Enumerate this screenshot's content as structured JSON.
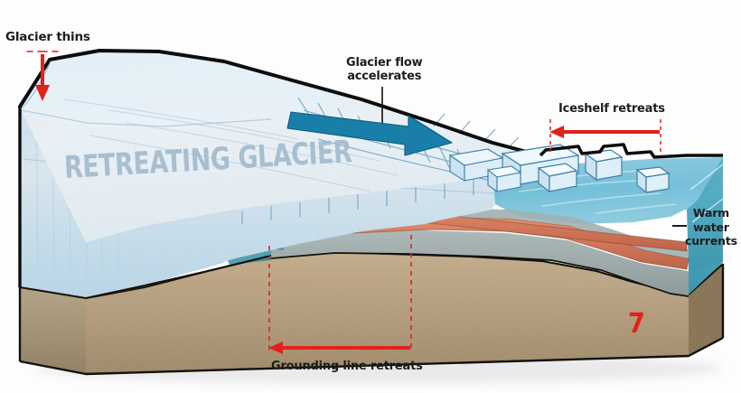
{
  "figure": {
    "number": "7",
    "main_title": "RETREATING GLACIER"
  },
  "annotations": {
    "glacier_thins": {
      "text": "Glacier thins",
      "arrow": "red-arrow-down"
    },
    "glacier_flow": {
      "text": "Glacier flow\naccelerates",
      "arrow": "blue-arrow-right"
    },
    "iceshelf_retreats": {
      "text": "Iceshelf retreats",
      "arrow": "red-arrow-left"
    },
    "warm_water": {
      "text": "Warm\nwater\ncurrents",
      "arrow": "orange-arrow-left"
    },
    "grounding_line": {
      "text": "Grounding line retreats",
      "arrow": "red-arrow-left"
    }
  },
  "colors": {
    "accent_red": "#e2211c",
    "flow_arrow_blue": "#1a7fa8",
    "warm_current_orange": "#d4765a",
    "ice_light": "#d9eaf3",
    "ice_pale": "#eaf2f7",
    "water_top": "#7cc3dc",
    "water_side": "#4ea7c0",
    "bedrock": "#b8a183",
    "bedrock_dark": "#a08b6d",
    "outline": "#111111",
    "title_blue_grey": "#9fb9cc"
  },
  "elements": {
    "glacier_body": "retreating-glacier-ice-mass",
    "ice_shelf_blocks": "calved-iceberg-blocks",
    "ocean": "ocean-water-body",
    "seafloor": "bedrock-seafloor",
    "subglacial_water": "subglacial-water-pockets",
    "crevasses": "surface-crevasse-field"
  }
}
